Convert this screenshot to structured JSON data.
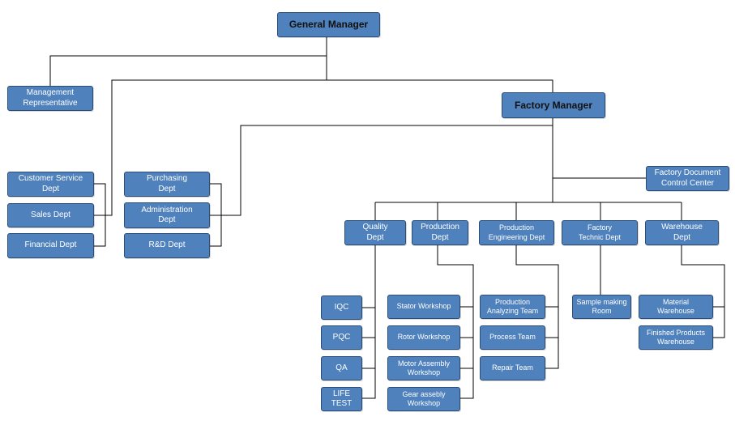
{
  "colors": {
    "box_fill": "#4f81bd",
    "box_border": "#2c4d75",
    "line": "#000000"
  },
  "nodes": {
    "general_manager": "General Manager",
    "management_rep": "Management\nRepresentative",
    "factory_manager": "Factory Manager",
    "customer_service": "Customer Service\nDept",
    "sales": "Sales Dept",
    "financial": "Financial Dept",
    "purchasing": "Purchasing\nDept",
    "administration": "Administration\nDept",
    "rnd": "R&D Dept",
    "factory_doc": "Factory Document\nControl Center",
    "quality": "Quality\nDept",
    "production": "Production\nDept",
    "prod_eng": "Production\nEngineering Dept",
    "factory_tech": "Factory\nTechnic Dept",
    "warehouse": "Warehouse\nDept",
    "iqc": "IQC",
    "pqc": "PQC",
    "qa": "QA",
    "life_test": "LIFE\nTEST",
    "stator": "Stator Workshop",
    "rotor": "Rotor Workshop",
    "motor_assembly": "Motor Assembly\nWorkshop",
    "gear": "Gear assebly\nWorkshop",
    "prod_analyzing": "Production\nAnalyzing Team",
    "process_team": "Process Team",
    "repair_team": "Repair Team",
    "sample_room": "Sample making\nRoom",
    "material_wh": "Material\nWarehouse",
    "finished_wh": "Finished Products\nWarehouse"
  }
}
